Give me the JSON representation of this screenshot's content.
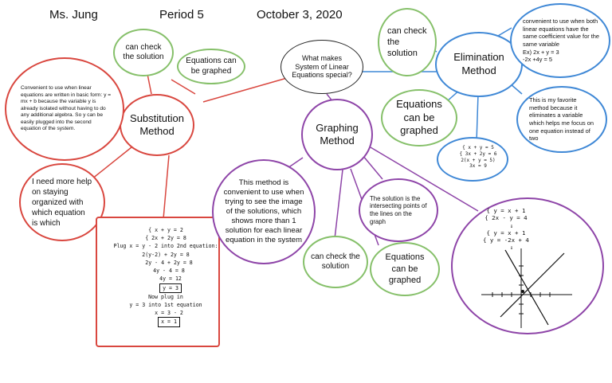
{
  "header": {
    "teacher": "Ms. Jung",
    "period": "Period 5",
    "date": "October 3, 2020"
  },
  "center": {
    "question": "What makes System of Linear Equations special?"
  },
  "substitution": {
    "title": "Substitution Method",
    "check": "can check the solution",
    "graphed": "Equations can be graphed",
    "convenient": "Convenient to use when linear equations are written in basic form: y = mx + b because the variable y is already isolated without having to do any additional algebra. So y can be easily plugged into the second equation of the system.",
    "help": "I need more help on staying organized with which equation is which",
    "work": [
      "{ x + y = 2",
      "{ 2x + 2y = 8",
      "Plug  x = y - 2  into 2nd equation:",
      "2(y-2) + 2y = 8",
      "2y - 4 + 2y = 8",
      "4y - 4 = 8",
      "4y = 12",
      "y = 3",
      "Now plug in",
      "y = 3  into 1st equation",
      "x = 3 - 2",
      "x = 1"
    ]
  },
  "graphing": {
    "title": "Graphing Method",
    "convenient": "This method is convenient to use when trying to see the image of the solutions, which shows more than 1 solution for each linear equation in the system",
    "intersect": "The solution is the intersecting points of the lines on the graph",
    "check": "can check the solution",
    "graphed": "Equations can be graphed",
    "work": [
      "{ y = x + 1",
      "{ 2x - y = 4",
      "⇓",
      "{ y = x + 1",
      "{ y = -2x + 4",
      "⇓"
    ]
  },
  "elimination": {
    "title": "Elimination Method",
    "check": "can check the solution",
    "convenient": "convenient to use when both linear equations have the same coefficient value for the same variable\nEx) 2x + y = 3\n-2x +4y = 5",
    "favorite": "This is my favorite method because it eliminates a variable which helps me focus on one equation instead of two",
    "graphed": "Equations can be graphed",
    "work": [
      "{ x + y = 5",
      "{ 3x + 2y = 6",
      "2(x + y = 5)",
      "3x = 9"
    ]
  },
  "colors": {
    "green": "#86c06a",
    "red": "#d9473f",
    "purple": "#8e45a8",
    "blue": "#3f88d6",
    "black": "#222222"
  }
}
